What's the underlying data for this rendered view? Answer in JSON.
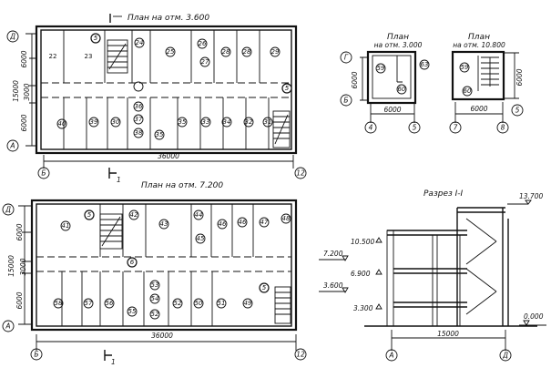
{
  "plan_3600": {
    "title": "План на отм. 3.600",
    "overall_length": "36000",
    "overall_width": "15000",
    "dims_left": [
      "6000",
      "3000",
      "6000"
    ],
    "axes": {
      "top_left": "Д",
      "bottom_left": "А",
      "left_bottom": "Б",
      "right_bottom": "12"
    },
    "rooms_top": [
      "22",
      "23",
      "24",
      "25",
      "26",
      "27",
      "28",
      "28",
      "29"
    ],
    "rooms_bottom": [
      "40",
      "39",
      "30",
      "36",
      "37",
      "38",
      "35",
      "35",
      "33",
      "34",
      "32",
      "31"
    ],
    "stair_marks": [
      "5",
      "5"
    ]
  },
  "plan_7200": {
    "title": "План на отм. 7.200",
    "overall_length": "36000",
    "overall_width": "15000",
    "dims_left": [
      "6000",
      "3000",
      "6000"
    ],
    "axes": {
      "top_left": "Д",
      "bottom_left": "А",
      "left_bottom": "Б",
      "right_bottom": "12"
    },
    "rooms_top": [
      "41",
      "42",
      "43",
      "44",
      "45",
      "46",
      "46",
      "47",
      "48"
    ],
    "rooms_bottom": [
      "58",
      "57",
      "56",
      "55",
      "53",
      "54",
      "52",
      "52",
      "50",
      "51",
      "49"
    ],
    "stair_marks": [
      "5",
      "6",
      "5"
    ]
  },
  "section_marks": {
    "label": "1"
  },
  "plan_3000": {
    "title_line1": "План",
    "title_line2": "на отм. 3.000",
    "width": "6000",
    "depth": "6000",
    "axes": [
      "Г",
      "Б",
      "4",
      "5"
    ],
    "rooms": [
      "59",
      "60",
      "63"
    ]
  },
  "plan_10800": {
    "title_line1": "План",
    "title_line2": "на отм. 10.800",
    "width": "6000",
    "depth": "6000",
    "axes": [
      "7",
      "8",
      "5"
    ],
    "rooms": [
      "59",
      "60"
    ]
  },
  "section": {
    "title": "Разрез I-I",
    "span": "15000",
    "axes": [
      "А",
      "Д"
    ],
    "levels_left": [
      "7.200",
      "3.600"
    ],
    "levels_inner": [
      "10.500",
      "6.900",
      "3.300"
    ],
    "levels_right": [
      "13.700",
      "0.000"
    ]
  }
}
